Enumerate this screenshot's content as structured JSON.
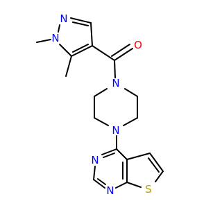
{
  "colors": {
    "bond": "#000000",
    "nitrogen": "#0000ff",
    "oxygen": "#ff0000",
    "sulfur": "#b8a000",
    "background": "#ffffff"
  },
  "atoms": {
    "n_pyrazole_2": {
      "label": "N",
      "element": "nitrogen"
    },
    "n_pyrazole_1": {
      "label": "N",
      "element": "nitrogen"
    },
    "o_carbonyl": {
      "label": "O",
      "element": "oxygen"
    },
    "n_piperazine_top": {
      "label": "N",
      "element": "nitrogen"
    },
    "n_piperazine_bottom": {
      "label": "N",
      "element": "nitrogen"
    },
    "n_pyrimidine_left": {
      "label": "N",
      "element": "nitrogen"
    },
    "n_pyrimidine_bottom": {
      "label": "N",
      "element": "nitrogen"
    },
    "s_thiophene": {
      "label": "S",
      "element": "sulfur"
    }
  }
}
